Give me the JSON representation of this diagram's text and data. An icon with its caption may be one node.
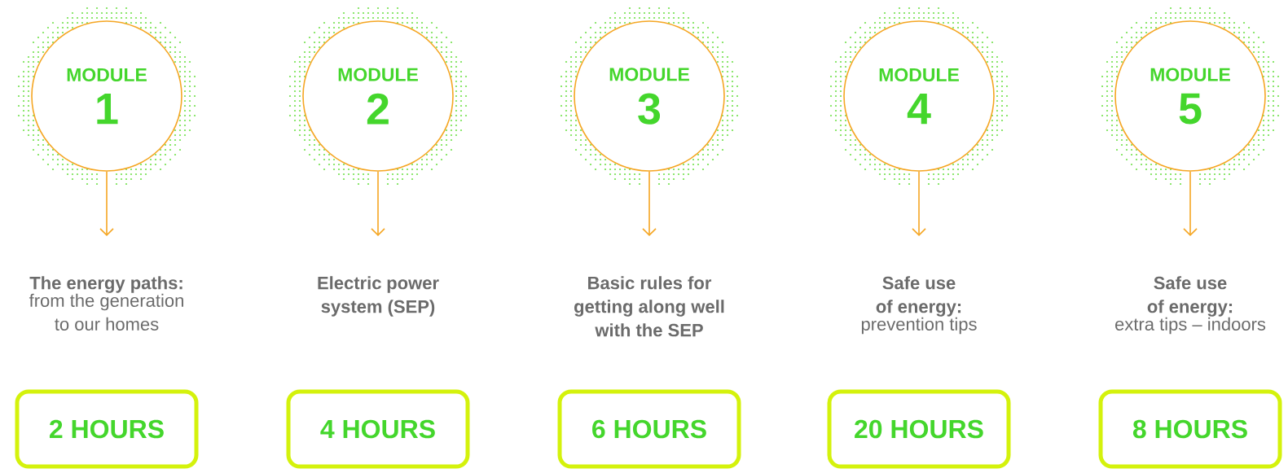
{
  "diagram": {
    "nodes": [
      {
        "text": [
          "MODULE",
          "1"
        ]
      },
      {
        "text": [
          "The energy paths:",
          "from the generation to our homes"
        ]
      },
      {
        "text": [
          "2 HOURS"
        ]
      },
      {
        "text": [
          "MODULE",
          "2"
        ]
      },
      {
        "text": [
          "Electric power system (SEP)"
        ]
      },
      {
        "text": [
          "4 HOURS"
        ]
      },
      {
        "text": [
          "MODULE",
          "3"
        ]
      },
      {
        "text": [
          "Basic rules for getting along well with the SEP"
        ]
      },
      {
        "text": [
          "6 HOURS"
        ]
      },
      {
        "text": [
          "MODULE",
          "4"
        ]
      },
      {
        "text": [
          "Safe use of energy:",
          "prevention tips"
        ]
      },
      {
        "text": [
          "20 HOURS"
        ]
      },
      {
        "text": [
          "MODULE",
          "5"
        ]
      },
      {
        "text": [
          "Safe use of energy:",
          "extra tips – indoors"
        ]
      },
      {
        "text": [
          "8 HOURS"
        ]
      }
    ],
    "edges": [
      {
        "from": 0,
        "to": 1,
        "arrow": "to"
      },
      {
        "from": 3,
        "to": 4,
        "arrow": "to"
      },
      {
        "from": 6,
        "to": 7,
        "arrow": "to"
      },
      {
        "from": 9,
        "to": 10,
        "arrow": "to"
      },
      {
        "from": 12,
        "to": 13,
        "arrow": "to"
      }
    ]
  }
}
